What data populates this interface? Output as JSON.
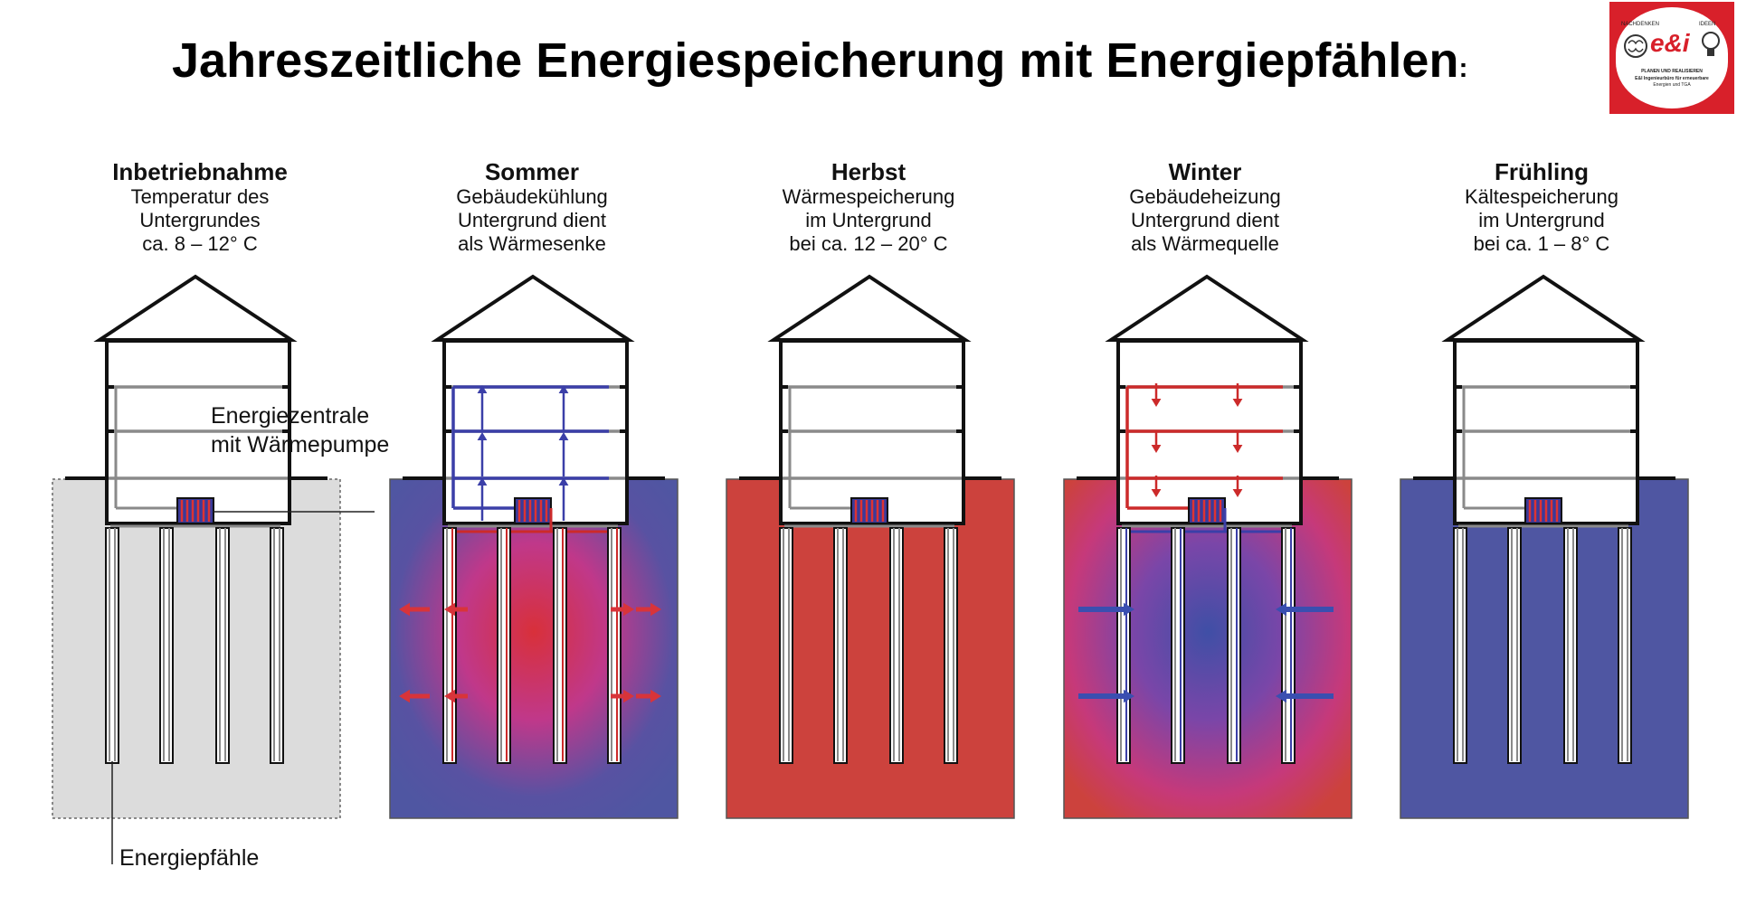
{
  "title": "Jahreszeitliche Energiespeicherung mit Energiepfählen",
  "title_suffix": ":",
  "logo": {
    "top_left": "NACHDENKEN",
    "top_right": "IDEEN",
    "mark": "e&i",
    "line1": "PLANEN UND REALISIEREN",
    "line2": "E&I Ingenieurbüro für erneuerbare",
    "line3": "Energien und TGA"
  },
  "panels": [
    {
      "heading": "Inbetriebnahme",
      "lines": [
        "Temperatur des",
        "Untergrundes",
        "ca. 8 – 12° C"
      ]
    },
    {
      "heading": "Sommer",
      "lines": [
        "Gebäudekühlung",
        "Untergrund dient",
        "als Wärmesenke"
      ]
    },
    {
      "heading": "Herbst",
      "lines": [
        "Wärmespeicherung",
        "im Untergrund",
        "bei ca. 12 – 20° C"
      ]
    },
    {
      "heading": "Winter",
      "lines": [
        "Gebäudeheizung",
        "Untergrund dient",
        "als Wärmequelle"
      ]
    },
    {
      "heading": "Frühling",
      "lines": [
        "Kältespeicherung",
        "im Untergrund",
        "bei ca. 1 – 8° C"
      ]
    }
  ],
  "callouts": {
    "energy_center_line1": "Energiezentrale",
    "energy_center_line2": "mit Wärmepumpe",
    "piles": "Energiepfähle"
  },
  "colors": {
    "red": "#cc423d",
    "blue": "#4f56a2",
    "neutral_ground": "#dcdcdc",
    "logo_red": "#d8202a"
  }
}
